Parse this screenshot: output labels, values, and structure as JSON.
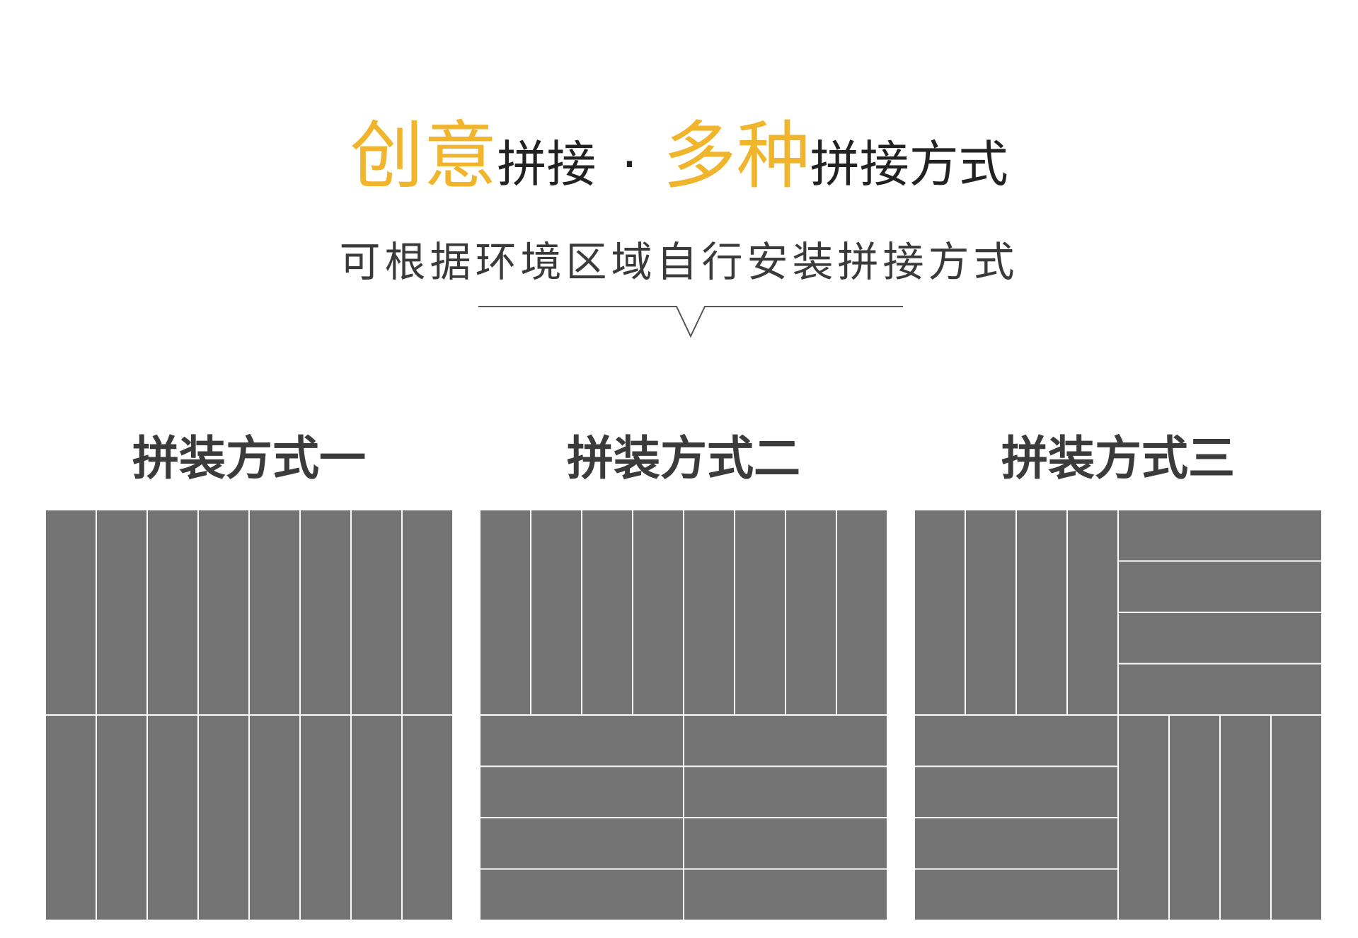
{
  "headline": {
    "accent_1": "创意",
    "dark_1": "拼接",
    "separator": "·",
    "accent_2": "多种",
    "dark_2": "拼接方式"
  },
  "subheadline": "可根据环境区域自行安装拼接方式",
  "colors": {
    "accent": "#f0b52d",
    "dark_text": "#222222",
    "tile": "#747474",
    "background": "#ffffff"
  },
  "panels": [
    {
      "title": "拼装方式一",
      "pattern": "vertical-planks-two-rows"
    },
    {
      "title": "拼装方式二",
      "pattern": "vertical-top-horizontal-bottom"
    },
    {
      "title": "拼装方式三",
      "pattern": "basket-weave-alternating"
    }
  ]
}
